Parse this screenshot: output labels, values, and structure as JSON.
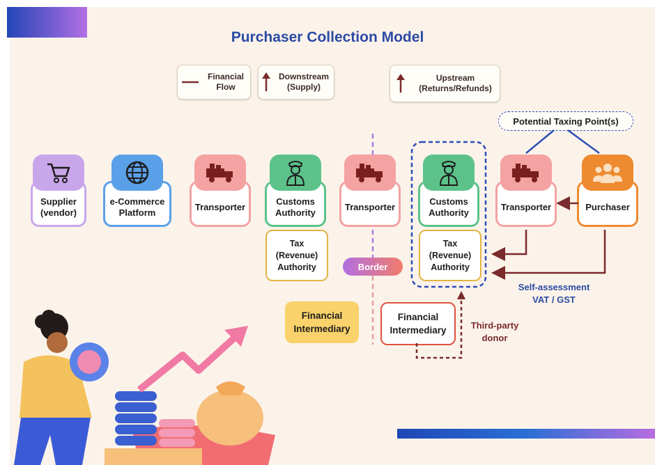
{
  "title": "Purchaser Collection Model",
  "legend": [
    {
      "id": "financial",
      "text": "Financial\nFlow",
      "icon": "line-icon",
      "color": "#7a2b2b"
    },
    {
      "id": "downstream",
      "text": "Downstream\n(Supply)",
      "icon": "up-arrow-icon",
      "color": "#7a2b2b"
    },
    {
      "id": "upstream",
      "text": "Upstream\n(Returns/Refunds)",
      "icon": "up-arrow-icon",
      "color": "#7a2b2b"
    }
  ],
  "potential_taxing": "Potential Taxing Point(s)",
  "nodes": {
    "supplier": {
      "label": "Supplier\n(vendor)",
      "icon": "shopping-cart-icon",
      "icon_bg": "#c9a6ea",
      "border": "#c9a6ea"
    },
    "ecommerce": {
      "label": "e-Commerce\nPlatform",
      "icon": "globe-icon",
      "icon_bg": "#5aa0e8",
      "border": "#5aa0e8"
    },
    "transporter_1": {
      "label": "Transporter",
      "icon": "truck-icon",
      "icon_bg": "#f4a2a2",
      "border": "#f4a2a2"
    },
    "customs_1": {
      "label": "Customs\nAuthority",
      "icon": "customs-officer-icon",
      "icon_bg": "#5cc28a",
      "border": "#5cc28a"
    },
    "transporter_2": {
      "label": "Transporter",
      "icon": "truck-icon",
      "icon_bg": "#f4a2a2",
      "border": "#f4a2a2"
    },
    "customs_2": {
      "label": "Customs\nAuthority",
      "icon": "customs-officer-icon",
      "icon_bg": "#5cc28a",
      "border": "#5cc28a"
    },
    "transporter_3": {
      "label": "Transporter",
      "icon": "truck-icon",
      "icon_bg": "#f4a2a2",
      "border": "#f4a2a2"
    },
    "purchaser": {
      "label": "Purchaser",
      "icon": "people-group-icon",
      "icon_bg": "#ee8a2f",
      "border": "#ee8a2f"
    }
  },
  "tax_authority_1": "Tax\n(Revenue)\nAuthority",
  "tax_authority_2": "Tax\n(Revenue)\nAuthority",
  "border_label": "Border",
  "self_assessment": "Self-assessment\nVAT / GST",
  "financial_intermediary_1": "Financial\nIntermediary",
  "financial_intermediary_2": "Financial\nIntermediary",
  "third_party_donor": "Third-party\ndonor",
  "colors": {
    "title": "#2b4aa3",
    "flow": "#7a2b2b",
    "dashed_box": "#2c4db5",
    "border_line": "#b07be0",
    "border_pill_start": "#b26fe3",
    "border_pill_end": "#f27c6b",
    "intermediary_fill": "#f9d26b",
    "intermediary_border_2": "#e0523f",
    "self_assessment": "#2b4aa3"
  }
}
